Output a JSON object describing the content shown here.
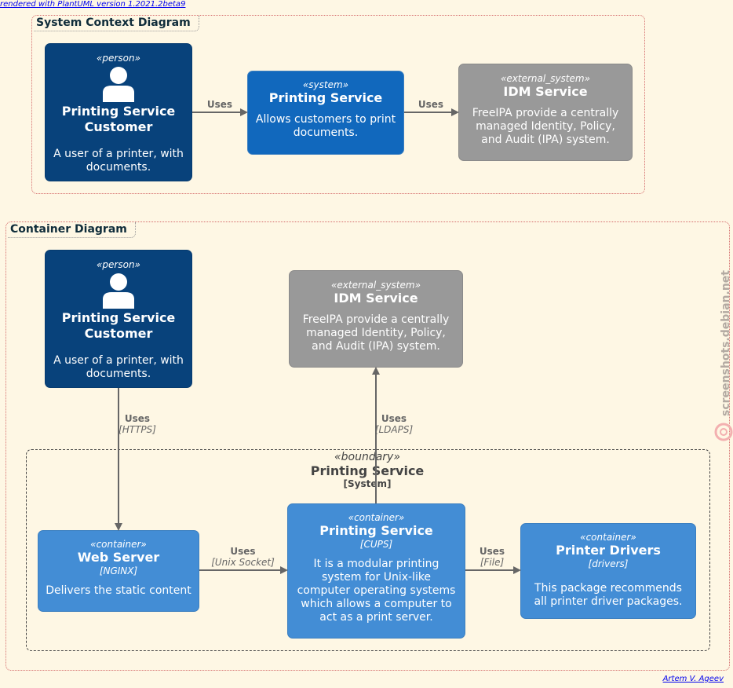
{
  "header_link": "rendered with PlantUML version 1.2021.2beta9",
  "footer_link": "Artem V. Ageev",
  "watermark": "screenshots.debian.net",
  "colors": {
    "person": "#08427b",
    "system": "#1168bd",
    "external_system": "#999999",
    "container": "#438dd5",
    "background": "#fef7e4",
    "arrow": "#666666"
  },
  "context": {
    "title": "System Context Diagram",
    "customer": {
      "stereotype": "«person»",
      "name": "Printing Service Customer",
      "description": "A user of a printer, with documents.",
      "icon": "person-icon"
    },
    "system": {
      "stereotype": "«system»",
      "name": "Printing Service",
      "description": "Allows customers to print documents."
    },
    "idm": {
      "stereotype": "«external_system»",
      "name": "IDM Service",
      "description": "FreeIPA provide a centrally managed Identity, Policy, and Audit (IPA) system."
    },
    "rel_customer_system": {
      "label": "Uses"
    },
    "rel_system_idm": {
      "label": "Uses"
    }
  },
  "container_diagram": {
    "title": "Container Diagram",
    "customer": {
      "stereotype": "«person»",
      "name": "Printing Service Customer",
      "description": "A user of a printer, with documents.",
      "icon": "person-icon"
    },
    "idm": {
      "stereotype": "«external_system»",
      "name": "IDM Service",
      "description": "FreeIPA provide a centrally managed Identity, Policy, and Audit (IPA) system."
    },
    "boundary": {
      "stereotype": "«boundary»",
      "name": "Printing Service",
      "type": "[System]"
    },
    "web_server": {
      "stereotype": "«container»",
      "name": "Web Server",
      "technology": "[NGINX]",
      "description": "Delivers the static content"
    },
    "printing_service": {
      "stereotype": "«container»",
      "name": "Printing Service",
      "technology": "[CUPS]",
      "description": "It is a modular printing system for Unix-like computer operating systems which allows a computer to act as a print server."
    },
    "printer_drivers": {
      "stereotype": "«container»",
      "name": "Printer Drivers",
      "technology": "[drivers]",
      "description": "This package recommends all printer driver packages."
    },
    "rel_customer_web": {
      "label": "Uses",
      "technology": "[HTTPS]"
    },
    "rel_printing_idm": {
      "label": "Uses",
      "technology": "[LDAPS]"
    },
    "rel_web_printing": {
      "label": "Uses",
      "technology": "[Unix Socket]"
    },
    "rel_printing_drivers": {
      "label": "Uses",
      "technology": "[File]"
    }
  }
}
